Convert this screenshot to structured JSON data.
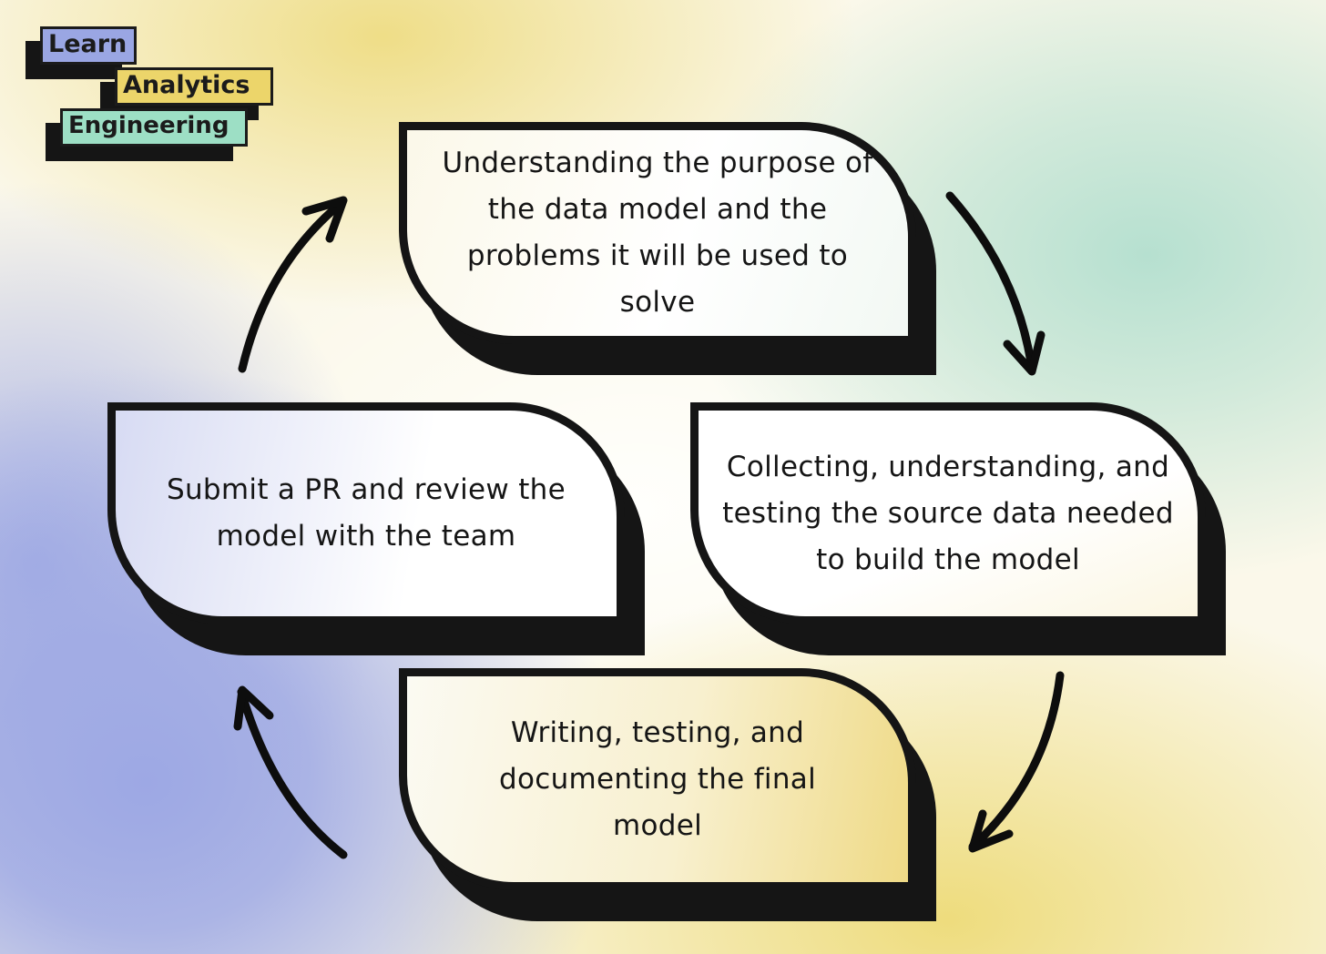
{
  "logo": {
    "line1": "Learn",
    "line2": "Analytics",
    "line3": "Engineering",
    "colors": {
      "learn": "#9aa6e3",
      "analytics": "#ecd56a",
      "engineering": "#9ddfc5"
    }
  },
  "cycle": {
    "steps": [
      {
        "id": "top",
        "text": "Understanding the purpose of the data model and the problems it will be used to solve"
      },
      {
        "id": "right",
        "text": "Collecting, understanding, and testing the source data needed to build the model"
      },
      {
        "id": "bottom",
        "text": "Writing, testing, and documenting the final model"
      },
      {
        "id": "left",
        "text": "Submit a PR and review the model with the team"
      }
    ],
    "arrow_icon": "curved-arrow-icon",
    "direction": "clockwise"
  },
  "colors": {
    "outline": "#151515",
    "background_blue": "#9da8e4",
    "background_green": "#b6e0d0",
    "background_yellow": "#eedc80"
  }
}
